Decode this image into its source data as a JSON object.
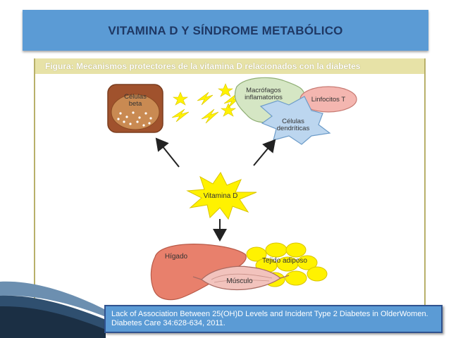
{
  "slide": {
    "title": "VITAMINA D Y SÍNDROME METABÓLICO"
  },
  "figure": {
    "caption": "Figura: Mecanismos protectores de la vitamina D relacionados con la diabetes",
    "nodes": {
      "beta_cells": "Células beta",
      "macrophages": "Macrófagos inflamatorios",
      "t_lymphocytes": "Linfocitos T",
      "dendritic_cells": "Células dendríticas",
      "vitamin_d": "Vitamina D",
      "liver": "Hígado",
      "adipose_tissue": "Tejido adiposo",
      "muscle": "Músculo"
    },
    "colors": {
      "beta_cells": "#a0522d",
      "macrophages": "#d5e6c4",
      "t_lymphocytes": "#f4b6b0",
      "dendritic_cells": "#bcd6ef",
      "vitamin_d": "#fff200",
      "liver": "#e8806c",
      "adipose_tissue": "#fff200",
      "muscle": "#f2c3bd"
    }
  },
  "reference": {
    "text": "Lack of Association Between 25(OH)D Levels and Incident Type 2 Diabetes in OlderWomen. Diabetes Care 34:628-634, 2011."
  }
}
